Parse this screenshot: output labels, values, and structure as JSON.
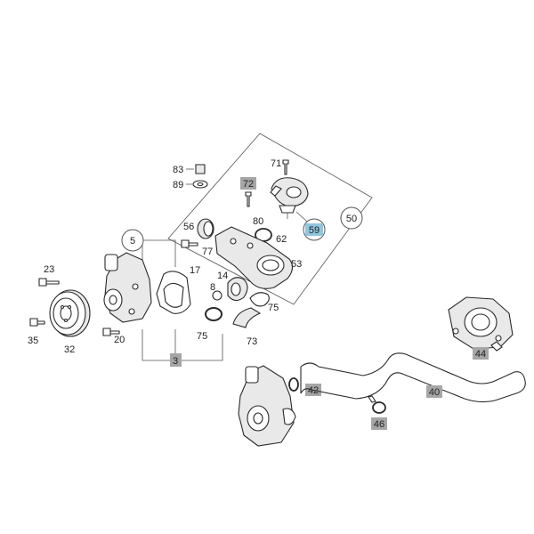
{
  "colors": {
    "background": "#ffffff",
    "outline": "#2a2a2a",
    "highlight_box": "#a6a6a6",
    "selected_box": "#8fc6de",
    "circle_stroke": "#555555"
  },
  "labels": {
    "n83": "83",
    "n89": "89",
    "n71": "71",
    "n72": "72",
    "n80": "80",
    "n62": "62",
    "n59": "59",
    "n50": "50",
    "n56": "56",
    "n77": "77",
    "n53": "53",
    "n5": "5",
    "n17": "17",
    "n14": "14",
    "n8": "8",
    "n75a": "75",
    "n75b": "75",
    "n73": "73",
    "n23": "23",
    "n35": "35",
    "n32": "32",
    "n20": "20",
    "n3": "3",
    "n42": "42",
    "n46": "46",
    "n44": "44",
    "n40": "40"
  }
}
